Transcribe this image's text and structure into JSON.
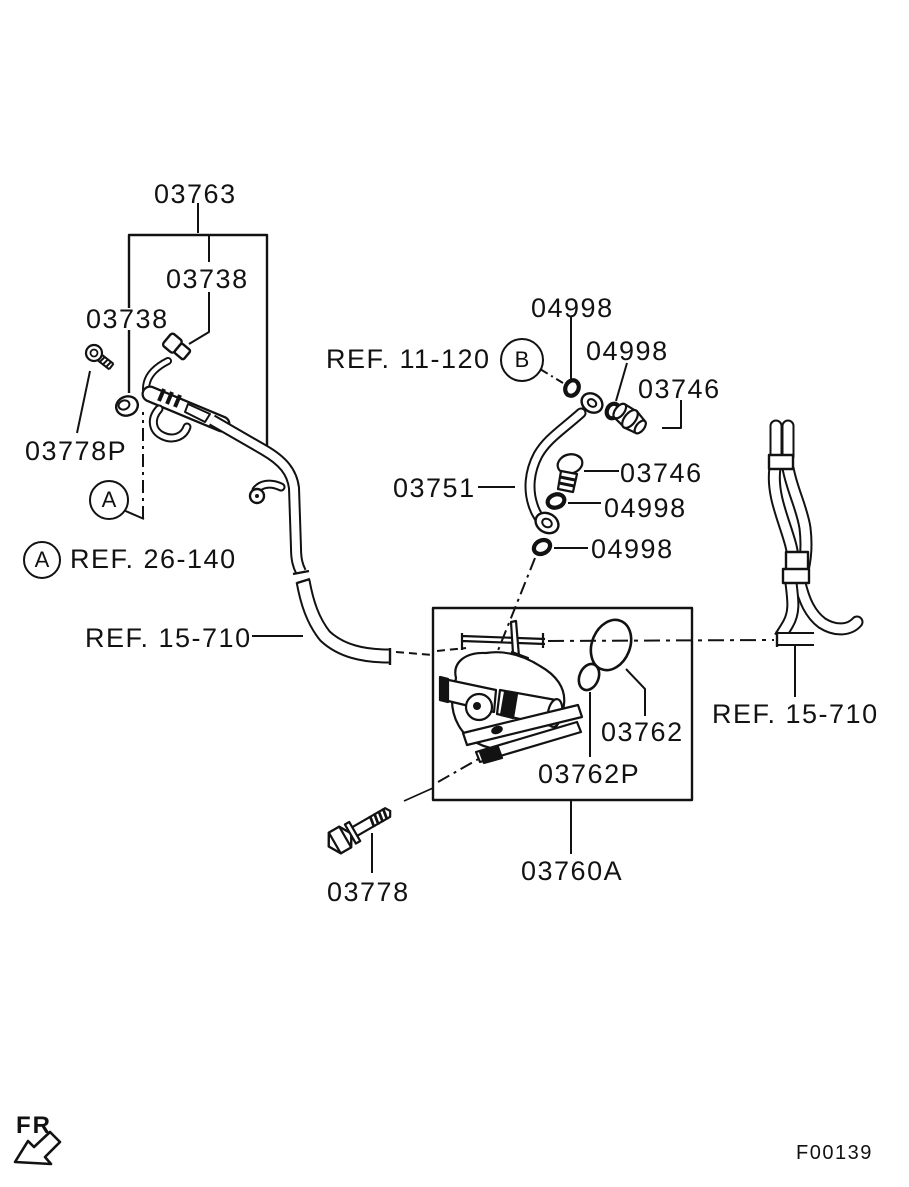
{
  "figure": {
    "code": "F00139",
    "orientation_label": "FR"
  },
  "callouts": {
    "a": "A",
    "b": "B"
  },
  "references": {
    "r11_120": "REF. 11-120",
    "r26_140": "REF. 26-140",
    "r15_710_left": "REF. 15-710",
    "r15_710_right": "REF. 15-710"
  },
  "parts": {
    "p03763": "03763",
    "p03738_right": "03738",
    "p03738_left": "03738",
    "p03778P": "03778P",
    "p04998_top": "04998",
    "p04998_upper": "04998",
    "p03746_upper": "03746",
    "p03751": "03751",
    "p03746_mid": "03746",
    "p04998_mid": "04998",
    "p04998_bottom": "04998",
    "p03762": "03762",
    "p03762P": "03762P",
    "p03760A": "03760A",
    "p03778": "03778"
  }
}
